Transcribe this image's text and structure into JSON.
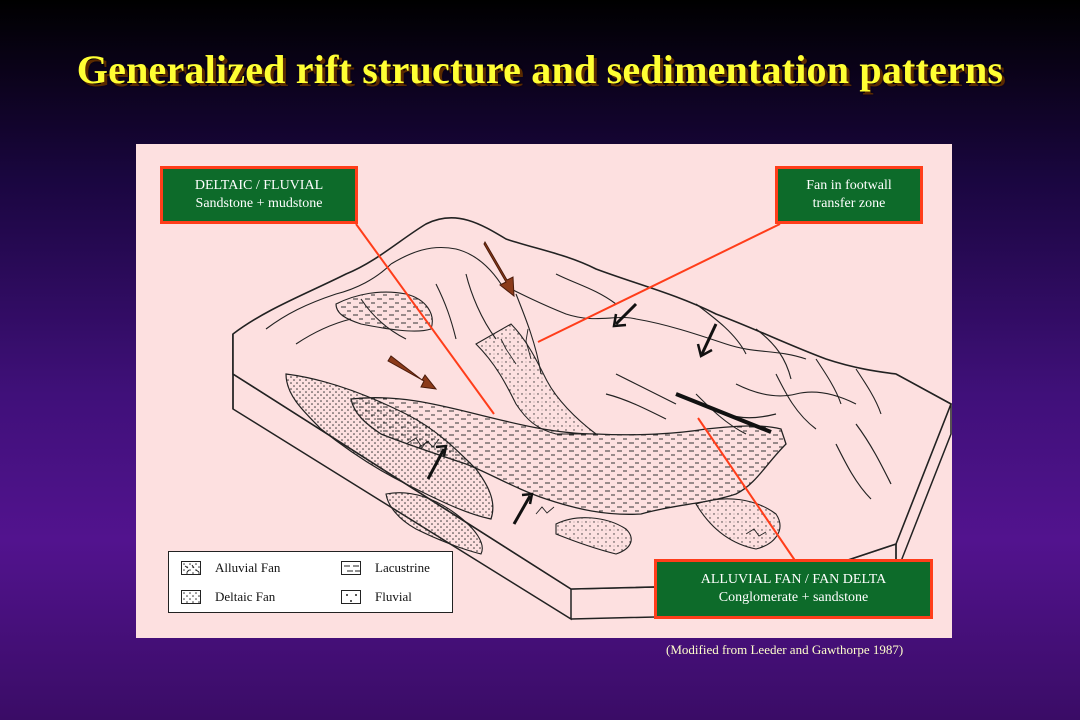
{
  "title": "Generalized rift structure and sedimentation patterns",
  "callouts": {
    "deltaic": {
      "line1": "DELTAIC / FLUVIAL",
      "line2": "Sandstone + mudstone"
    },
    "footwall": {
      "line1": "Fan in  footwall",
      "line2": "transfer zone"
    },
    "alluvial": {
      "line1": "ALLUVIAL FAN / FAN DELTA",
      "line2": "Conglomerate + sandstone"
    }
  },
  "legend": {
    "alluvial_fan": "Alluvial Fan",
    "lacustrine": "Lacustrine",
    "deltaic_fan": "Deltaic Fan",
    "fluvial": "Fluvial"
  },
  "credit": "(Modified from Leeder and Gawthorpe 1987)",
  "colors": {
    "title": "#ffff33",
    "callout_bg": "#0d6b2a",
    "callout_border": "#ff3d1a",
    "figure_bg": "#fde0e0",
    "pointer_line": "#ff3d1a",
    "sediment_arrow": "#8b3a1a"
  }
}
